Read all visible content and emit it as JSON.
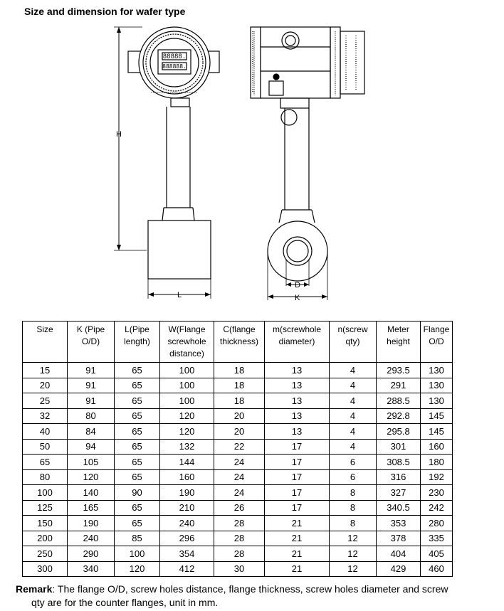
{
  "heading": "Size and dimension for wafer type",
  "drawing_labels": {
    "height": "H",
    "length": "L",
    "bore": "D",
    "flange": "K"
  },
  "lcd": {
    "line1": "88888.",
    "line2": "888888."
  },
  "table": {
    "headers": [
      "Size",
      "K (Pipe O/D)",
      "L(Pipe length)",
      "W(Flange screwhole distance)",
      "C(flange thickness)",
      "m(screwhole diameter)",
      "n(screw qty)",
      "Meter height",
      "Flange O/D"
    ],
    "rows": [
      [
        "15",
        "91",
        "65",
        "100",
        "18",
        "13",
        "4",
        "293.5",
        "130"
      ],
      [
        "20",
        "91",
        "65",
        "100",
        "18",
        "13",
        "4",
        "291",
        "130"
      ],
      [
        "25",
        "91",
        "65",
        "100",
        "18",
        "13",
        "4",
        "288.5",
        "130"
      ],
      [
        "32",
        "80",
        "65",
        "120",
        "20",
        "13",
        "4",
        "292.8",
        "145"
      ],
      [
        "40",
        "84",
        "65",
        "120",
        "20",
        "13",
        "4",
        "295.8",
        "145"
      ],
      [
        "50",
        "94",
        "65",
        "132",
        "22",
        "17",
        "4",
        "301",
        "160"
      ],
      [
        "65",
        "105",
        "65",
        "144",
        "24",
        "17",
        "6",
        "308.5",
        "180"
      ],
      [
        "80",
        "120",
        "65",
        "160",
        "24",
        "17",
        "6",
        "316",
        "192"
      ],
      [
        "100",
        "140",
        "90",
        "190",
        "24",
        "17",
        "8",
        "327",
        "230"
      ],
      [
        "125",
        "165",
        "65",
        "210",
        "26",
        "17",
        "8",
        "340.5",
        "242"
      ],
      [
        "150",
        "190",
        "65",
        "240",
        "28",
        "21",
        "8",
        "353",
        "280"
      ],
      [
        "200",
        "240",
        "85",
        "296",
        "28",
        "21",
        "12",
        "378",
        "335"
      ],
      [
        "250",
        "290",
        "100",
        "354",
        "28",
        "21",
        "12",
        "404",
        "405"
      ],
      [
        "300",
        "340",
        "120",
        "412",
        "30",
        "21",
        "12",
        "429",
        "460"
      ]
    ]
  },
  "remark": {
    "label": "Remark",
    "line1": ": The flange O/D, screw holes distance, flange thickness, screw holes diameter and screw",
    "line2": "qty are for the counter flanges, unit in mm."
  }
}
